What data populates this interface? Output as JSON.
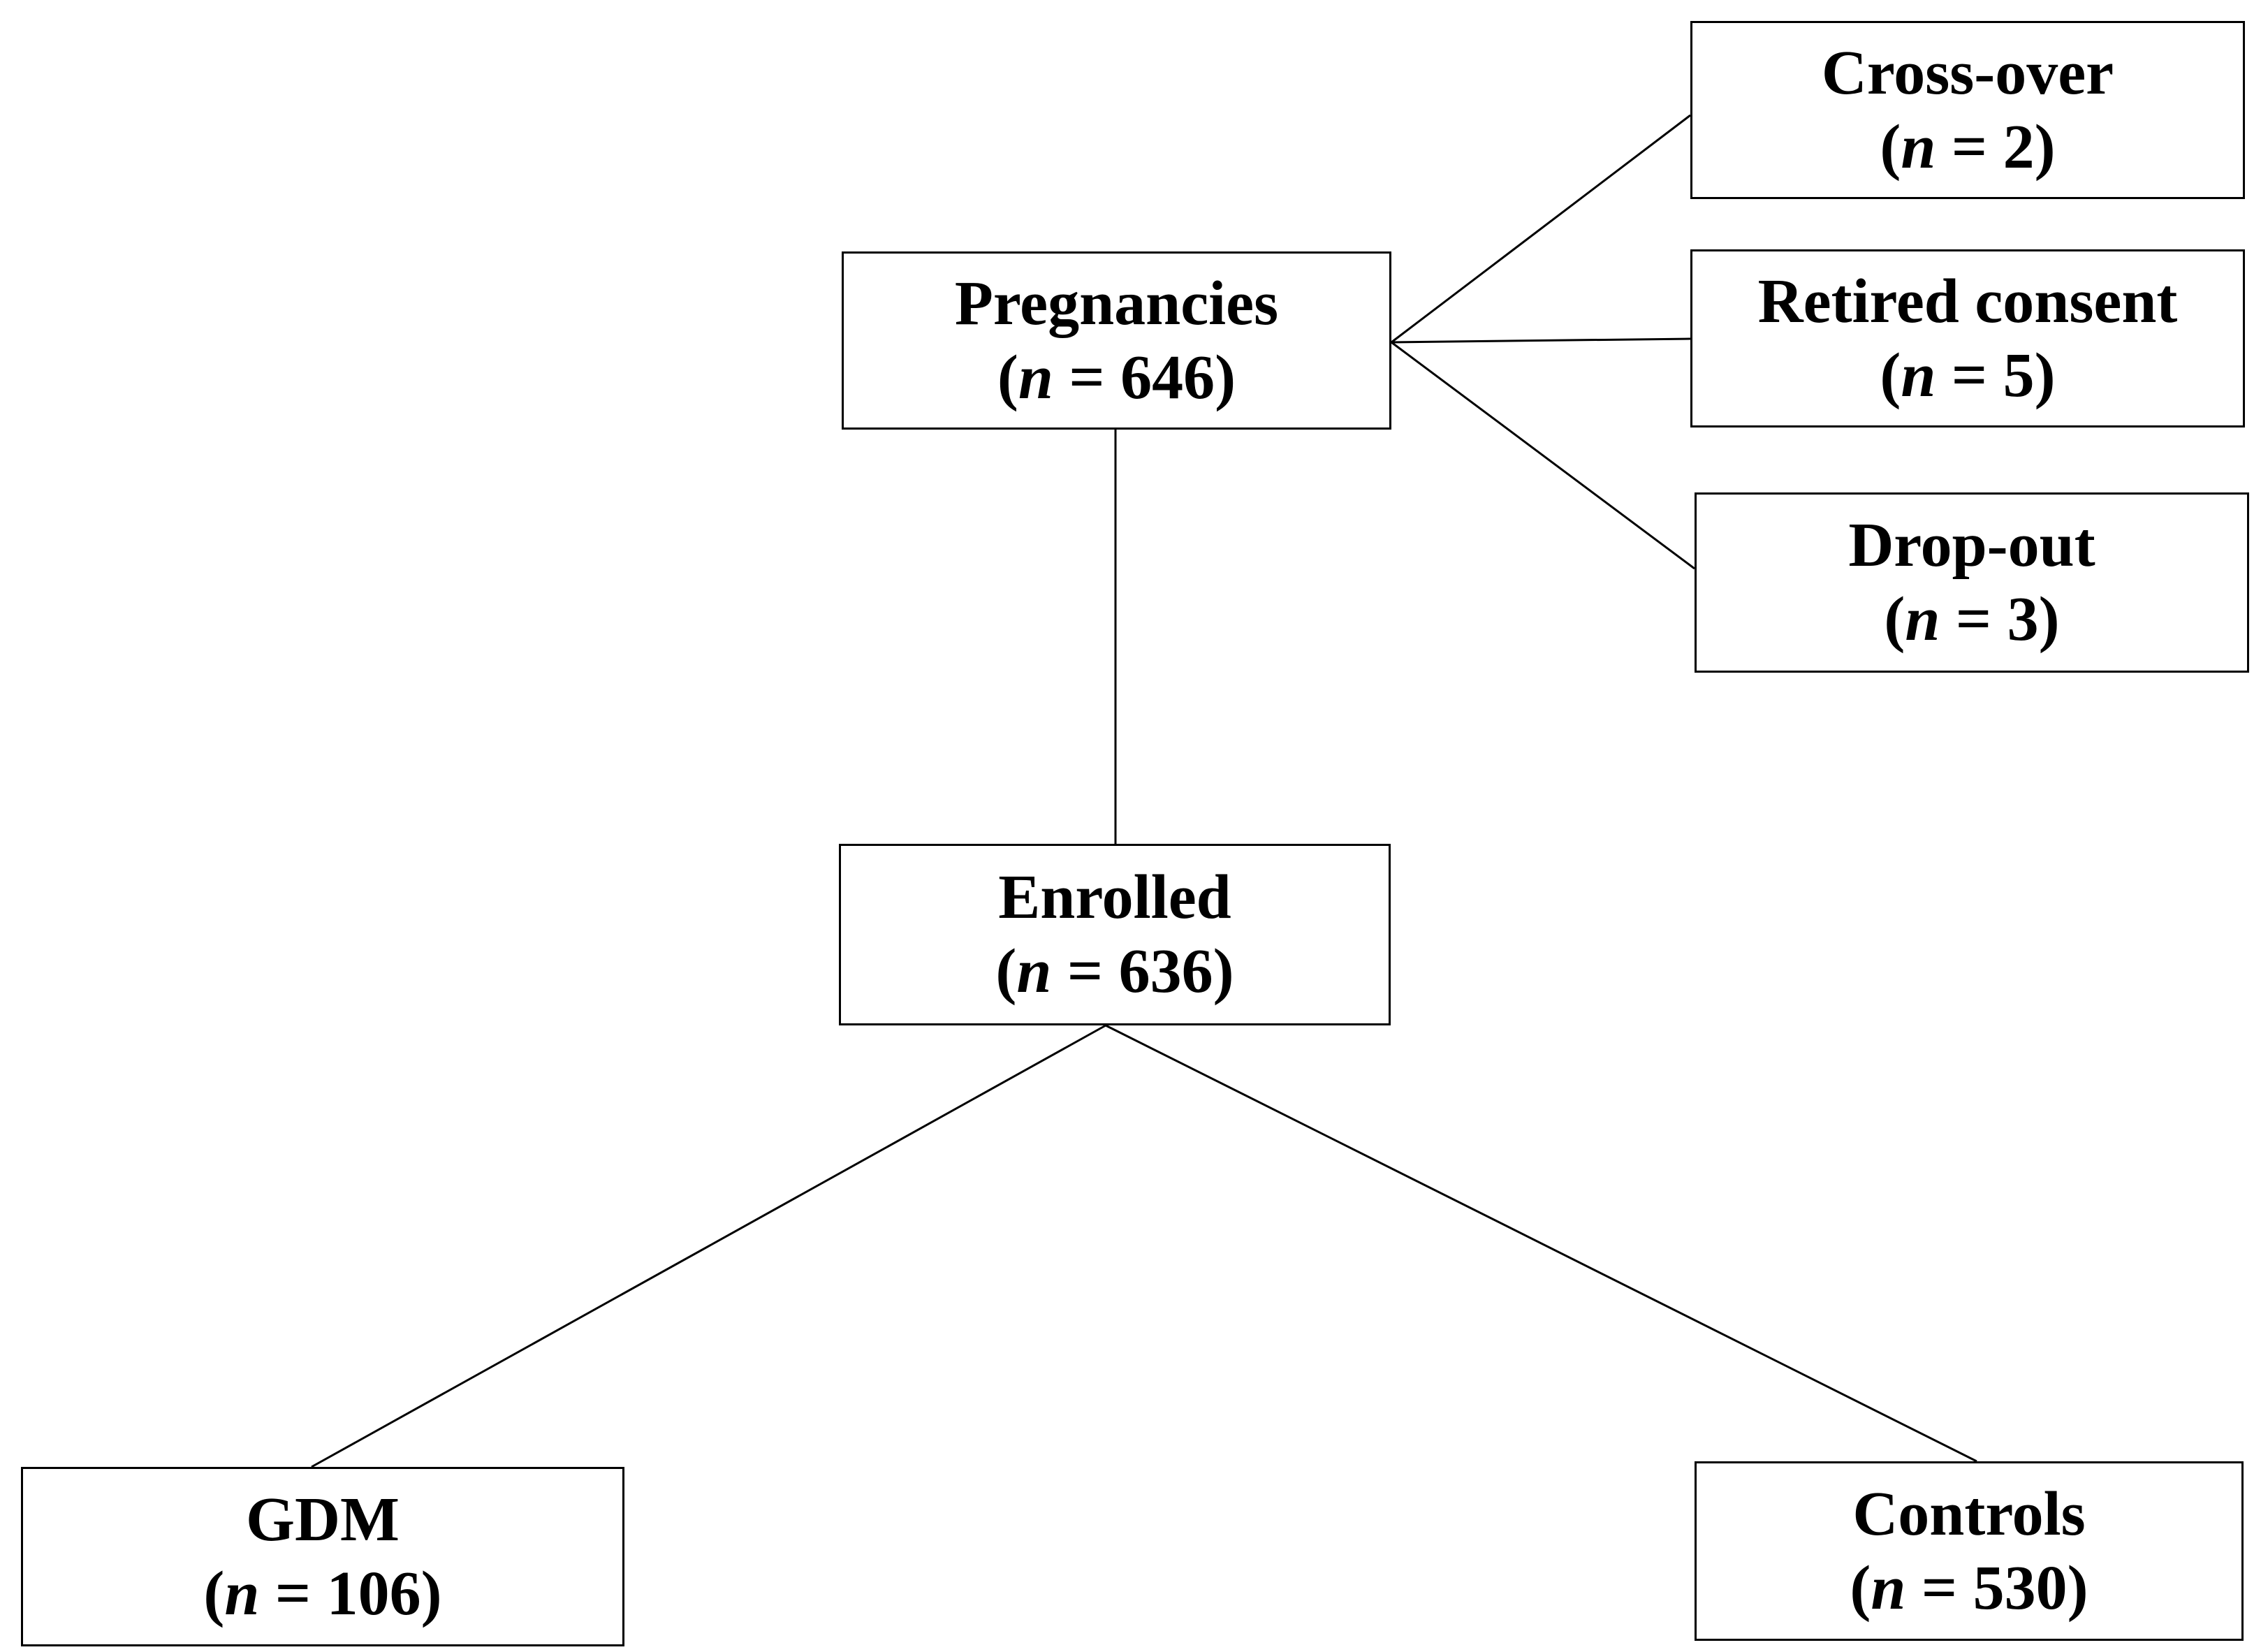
{
  "diagram": {
    "nodes": {
      "pregnancies": {
        "label": "Pregnancies",
        "n": "n",
        "count": "= 646)"
      },
      "crossover": {
        "label": "Cross-over",
        "n": "n",
        "count": "= 2)"
      },
      "retired": {
        "label": "Retired consent",
        "n": "n",
        "count": "= 5)"
      },
      "dropout": {
        "label": "Drop-out",
        "n": "n",
        "count": "= 3)"
      },
      "enrolled": {
        "label": "Enrolled",
        "n": "n",
        "count": "= 636)"
      },
      "gdm": {
        "label": "GDM",
        "n": "n",
        "count": "= 106)"
      },
      "controls": {
        "label": "Controls",
        "n": "n",
        "count": "= 530)"
      }
    },
    "edges": [
      {
        "from": "pregnancies",
        "to": "crossover"
      },
      {
        "from": "pregnancies",
        "to": "retired"
      },
      {
        "from": "pregnancies",
        "to": "dropout"
      },
      {
        "from": "pregnancies",
        "to": "enrolled"
      },
      {
        "from": "enrolled",
        "to": "gdm"
      },
      {
        "from": "enrolled",
        "to": "controls"
      }
    ],
    "colors": {
      "stroke": "#000000",
      "background": "#ffffff",
      "text": "#000000"
    }
  }
}
